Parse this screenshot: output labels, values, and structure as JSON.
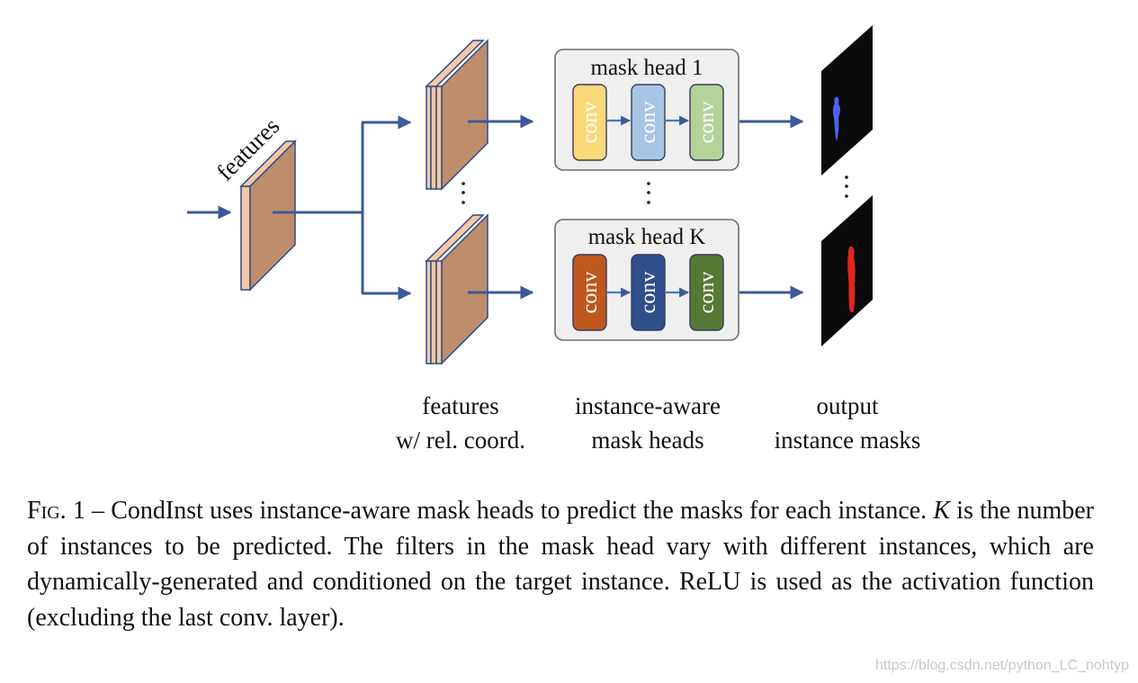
{
  "diagram": {
    "input_features_label": "features",
    "mask_heads": [
      {
        "title": "mask head 1",
        "convs": [
          {
            "label": "conv",
            "color": "#F9D978"
          },
          {
            "label": "conv",
            "color": "#A7C6E6"
          },
          {
            "label": "conv",
            "color": "#B3D39A"
          }
        ]
      },
      {
        "title": "mask head K",
        "convs": [
          {
            "label": "conv",
            "color": "#C0571E"
          },
          {
            "label": "conv",
            "color": "#2F4E8C"
          },
          {
            "label": "conv",
            "color": "#557A35"
          }
        ]
      }
    ],
    "colors": {
      "arrow": "#3B5A9A",
      "feature_map": "#BE8E6C",
      "feature_border": "#2F4A86",
      "feature_layer": "#F6C9A4",
      "mask_bg": "#0A0A0A",
      "mask1_instance": "#5262F0",
      "maskK_instance": "#E0261D"
    },
    "column_labels": [
      {
        "line1": "features",
        "line2": "w/ rel. coord."
      },
      {
        "line1": "instance-aware",
        "line2": "mask heads"
      },
      {
        "line1": "output",
        "line2": "instance masks"
      }
    ]
  },
  "caption": {
    "fig_label": "Fig. 1",
    "dash": " – ",
    "text_part1": "CondInst uses instance-aware mask heads to predict the masks for each instance. ",
    "k_symbol": "K",
    "text_part2": " is the number of instances to be predicted. The filters in the mask head vary with different instances, which are dynamically-generated and conditioned on the target instance. ReLU is used as the activation function (excluding the last conv. layer)."
  },
  "watermark": "https://blog.csdn.net/python_LC_nohtyp"
}
